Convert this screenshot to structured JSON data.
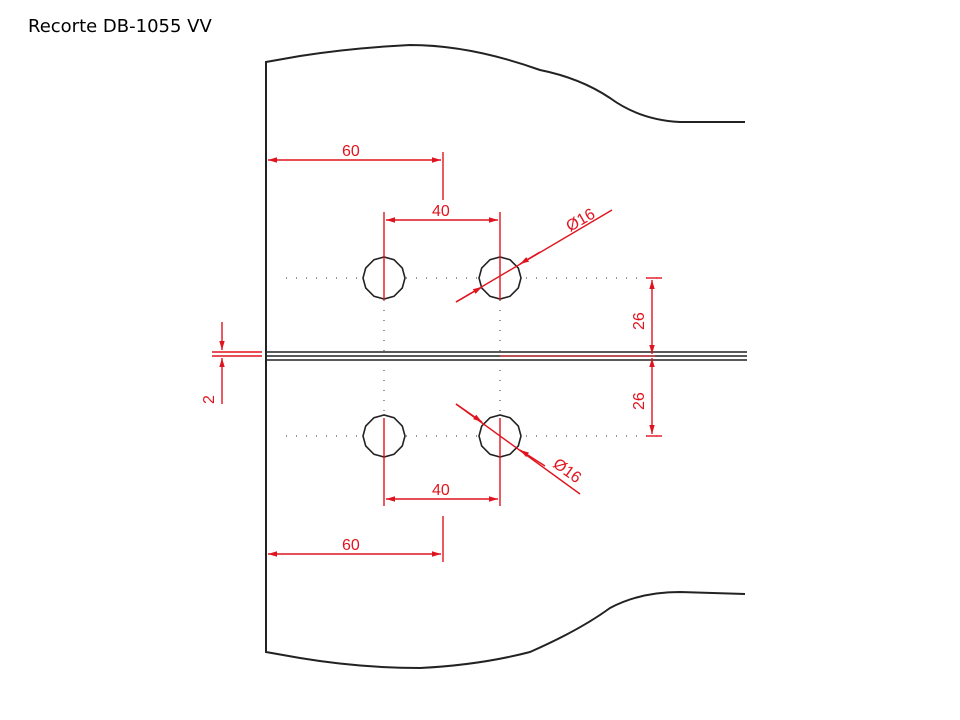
{
  "title": "Recorte DB-1055 VV",
  "colors": {
    "outline": "#222222",
    "dimension": "#e0141e"
  },
  "dimensions": {
    "top_edge_to_hole": "60",
    "top_hole_spacing": "40",
    "top_hole_diameter": "Ø16",
    "top_center_offset": "26",
    "bottom_center_offset": "26",
    "gap": "2",
    "bottom_hole_spacing": "40",
    "bottom_hole_diameter": "Ø16",
    "bottom_edge_to_hole": "60"
  }
}
